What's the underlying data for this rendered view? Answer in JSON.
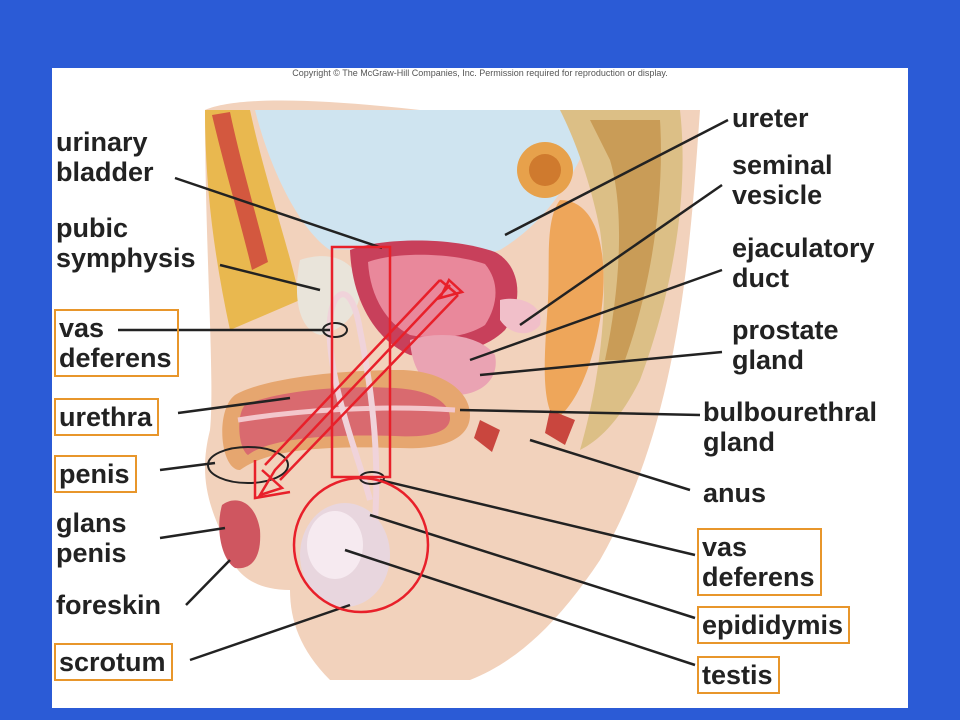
{
  "copyright": "Copyright © The McGraw-Hill Companies, Inc. Permission required for reproduction or display.",
  "labels_left": {
    "urinary_bladder": "urinary\nbladder",
    "pubic_symphysis": "pubic\nsymphysis",
    "vas_deferens": "vas\ndeferens",
    "urethra": "urethra",
    "penis": "penis",
    "glans_penis": "glans\npenis",
    "foreskin": "foreskin",
    "scrotum": "scrotum"
  },
  "labels_right": {
    "ureter": "ureter",
    "seminal_vesicle": "seminal\nvesicle",
    "ejaculatory_duct": "ejaculatory\nduct",
    "prostate_gland": "prostate\ngland",
    "bulbourethral_gland": "bulbourethral\ngland",
    "anus": "anus",
    "vas_deferens": "vas\ndeferens",
    "epididymis": "epididymis",
    "testis": "testis"
  },
  "colors": {
    "background": "#2b5bd6",
    "highlight_box": "#e8962b",
    "annotation_red": "#e8202a"
  }
}
